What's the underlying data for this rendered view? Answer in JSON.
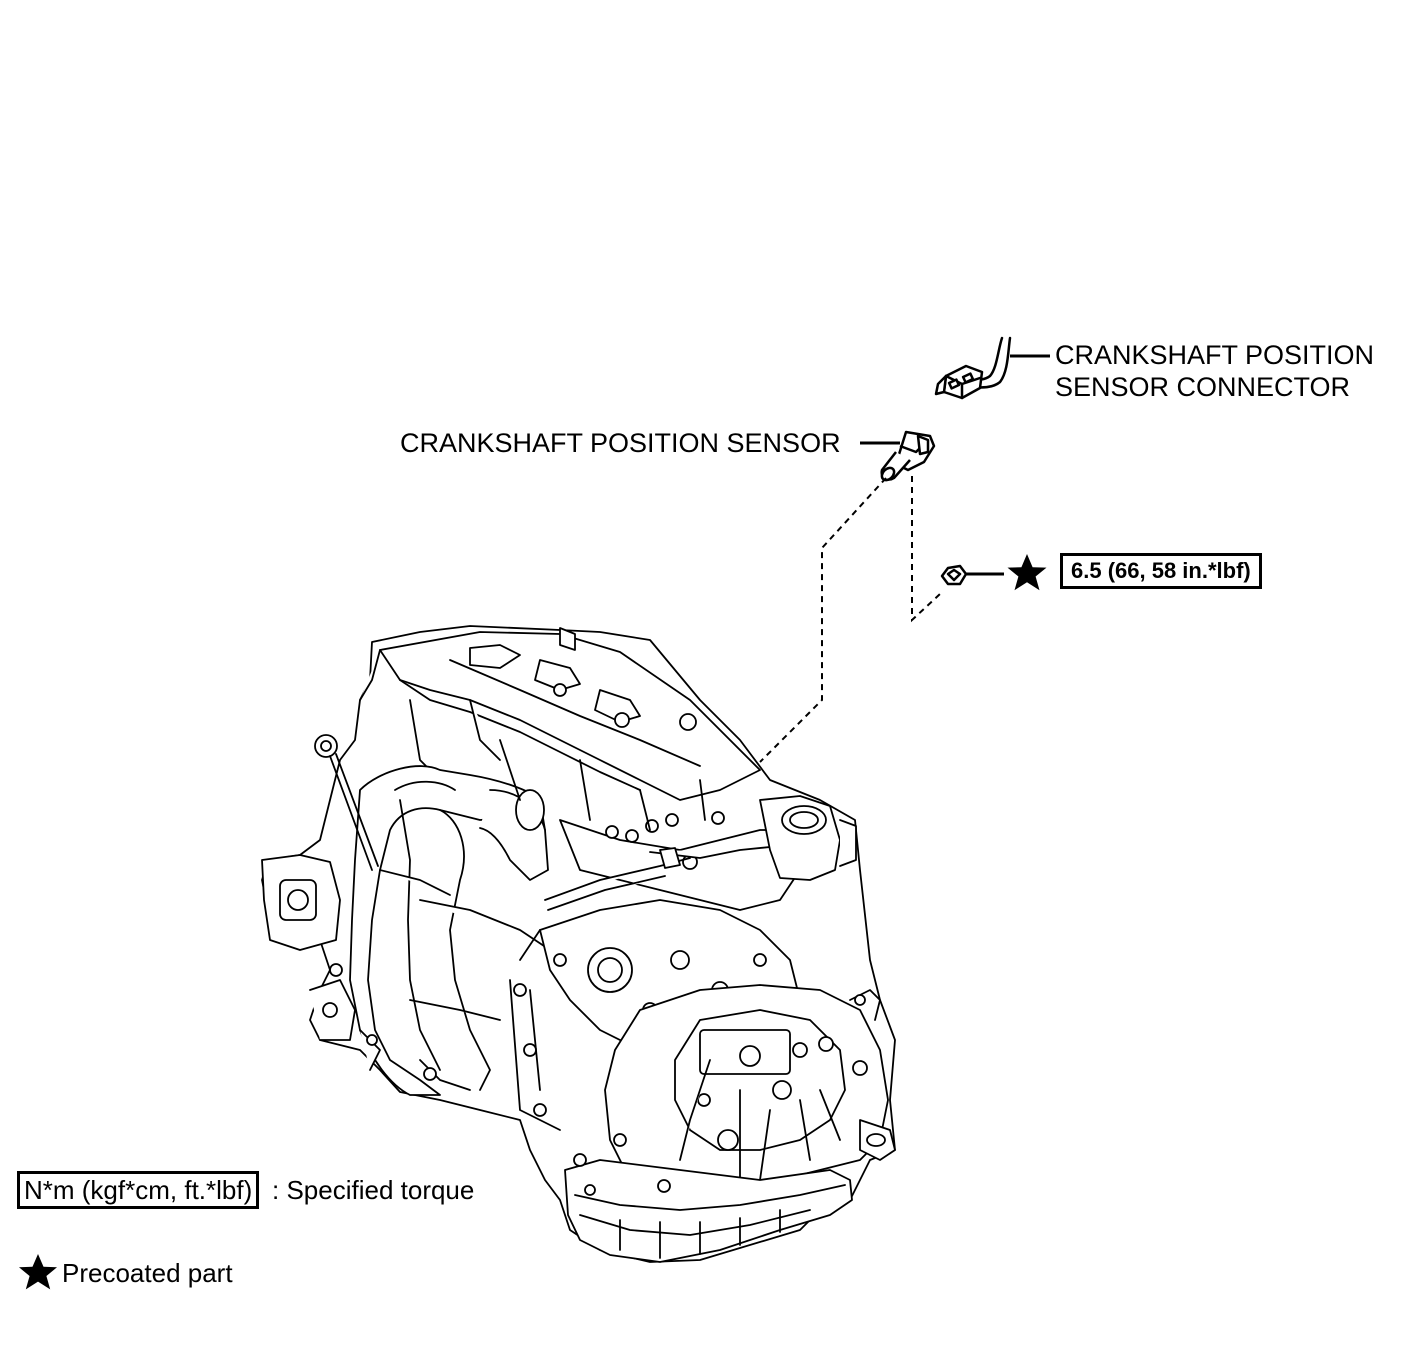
{
  "labels": {
    "connector_line1": "CRANKSHAFT POSITION",
    "connector_line2": "SENSOR CONNECTOR",
    "sensor": "CRANKSHAFT POSITION SENSOR"
  },
  "torque": {
    "value": "6.5 (66, 58 in.*lbf)"
  },
  "legend": {
    "torque_units": "N*m (kgf*cm, ft.*lbf)",
    "torque_desc": ": Specified torque",
    "precoat_desc": "Precoated part"
  },
  "icons": [
    "precoat-star-icon",
    "bolt-icon",
    "sensor-icon",
    "connector-icon",
    "engine-illustration"
  ]
}
